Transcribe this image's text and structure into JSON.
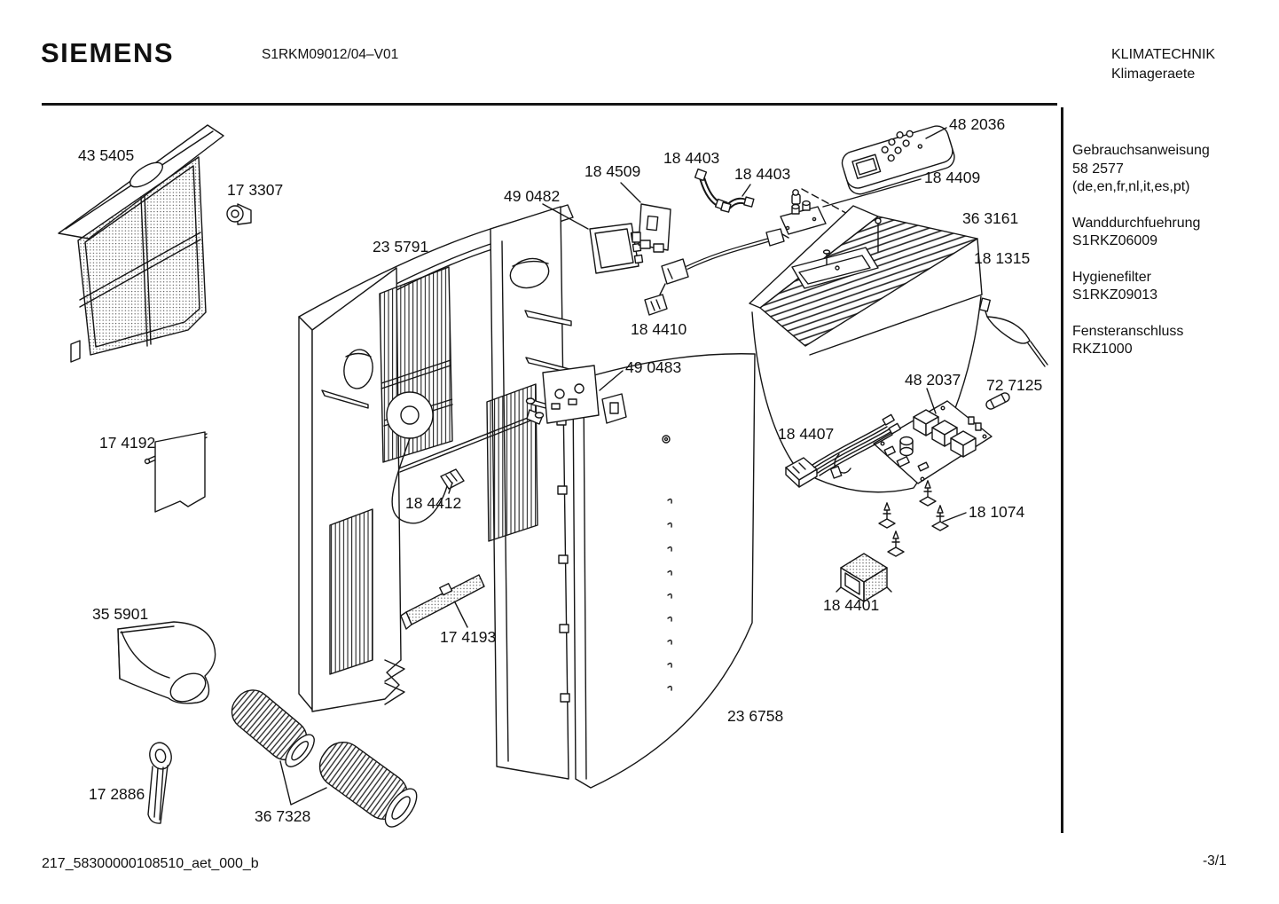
{
  "header": {
    "brand": "SIEMENS",
    "model": "S1RKM09012/04–V01",
    "division": "KLIMATECHNIK",
    "category": "Klimageraete"
  },
  "sidebar": {
    "blocks": [
      {
        "lines": [
          "Gebrauchsanweisung",
          "58 2577",
          "(de,en,fr,nl,it,es,pt)"
        ]
      },
      {
        "lines": [
          "Wanddurchfuehrung",
          "S1RKZ06009"
        ]
      },
      {
        "lines": [
          "Hygienefilter",
          "S1RKZ09013"
        ]
      },
      {
        "lines": [
          "Fensteranschluss",
          "RKZ1000"
        ]
      }
    ]
  },
  "footer": {
    "document_id": "217_58300000108510_aet_000_b",
    "page": "-3/1"
  },
  "diagram": {
    "parts": [
      {
        "label": "43 5405"
      },
      {
        "label": "17 3307"
      },
      {
        "label": "23 5791"
      },
      {
        "label": "49 0482"
      },
      {
        "label": "18 4509"
      },
      {
        "label": "18 4403"
      },
      {
        "label": "18 4403"
      },
      {
        "label": "48 2036"
      },
      {
        "label": "18 4409"
      },
      {
        "label": "36 3161"
      },
      {
        "label": "18 1315"
      },
      {
        "label": "18 4410"
      },
      {
        "label": "49 0483"
      },
      {
        "label": "48 2037"
      },
      {
        "label": "72 7125"
      },
      {
        "label": "18 4407"
      },
      {
        "label": "18 4412"
      },
      {
        "label": "18 1074"
      },
      {
        "label": "18 4401"
      },
      {
        "label": "17 4192"
      },
      {
        "label": "17 4193"
      },
      {
        "label": "35 5901"
      },
      {
        "label": "23 6758"
      },
      {
        "label": "17 2886"
      },
      {
        "label": "36 7328"
      }
    ]
  }
}
